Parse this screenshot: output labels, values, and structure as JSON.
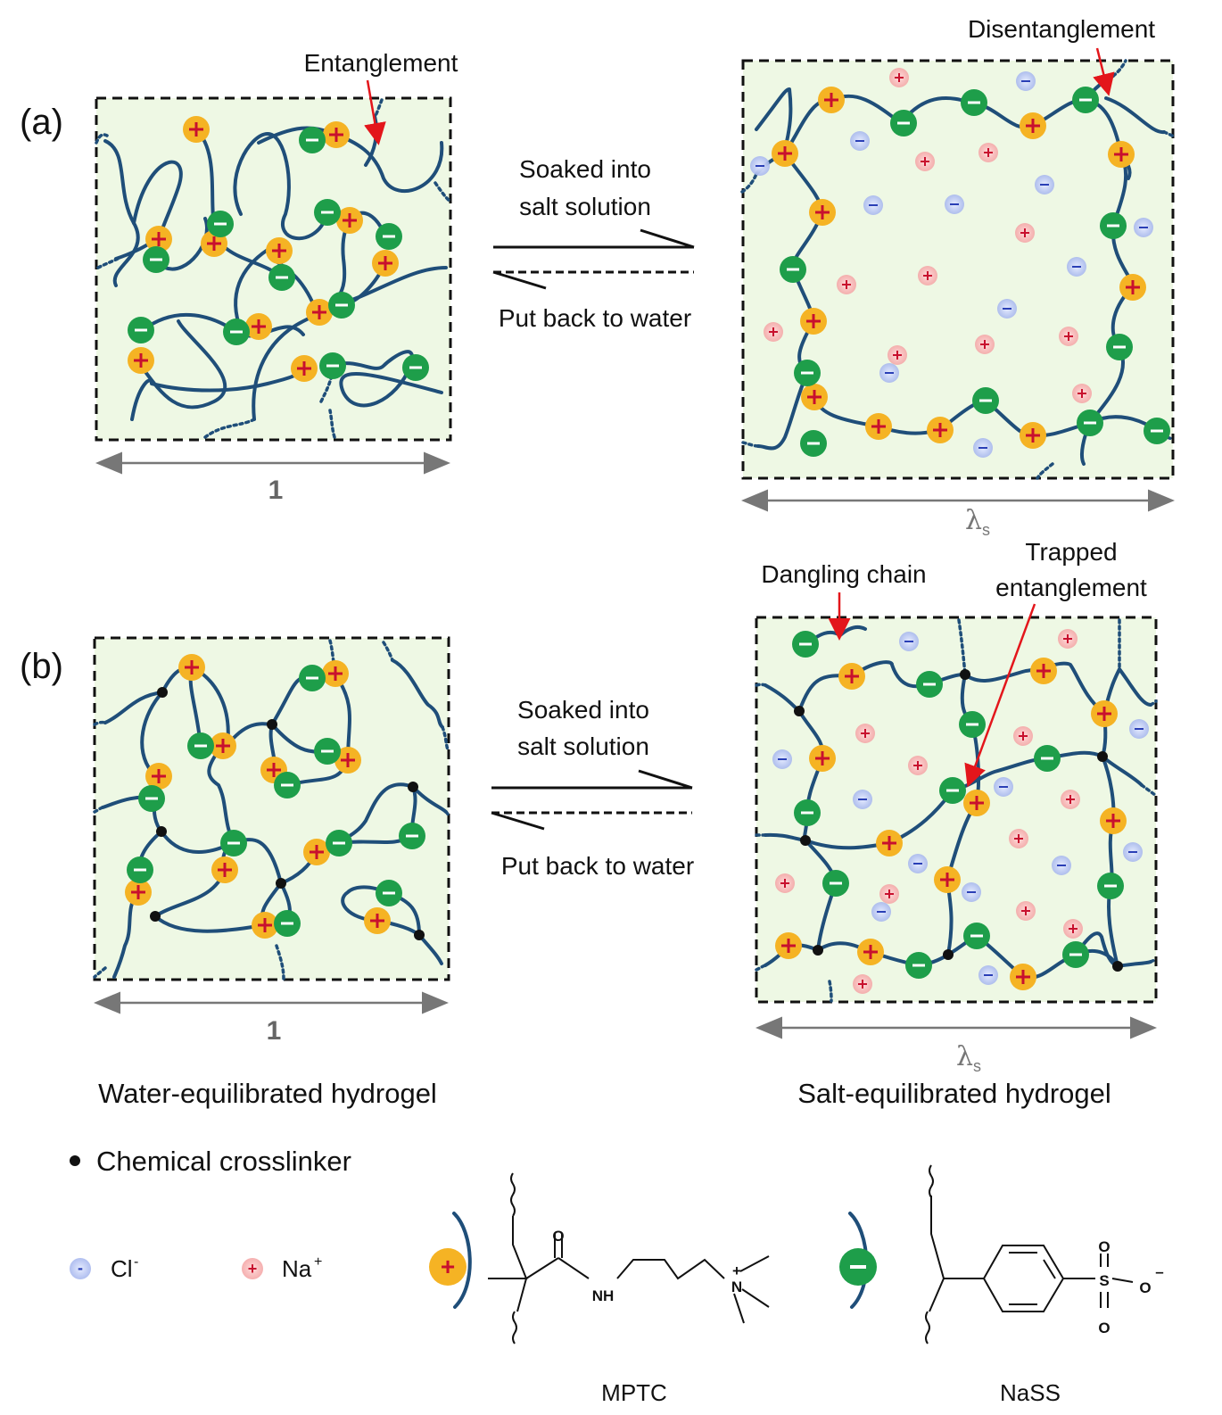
{
  "panels": {
    "a": {
      "label": "(a)",
      "left_size": "1",
      "right_size": "λ",
      "right_size_sub": "s",
      "callout_left": "Entanglement",
      "callout_right": "Disentanglement",
      "forward_line1": "Soaked into",
      "forward_line2": "salt solution",
      "backward": "Put back to water"
    },
    "b": {
      "label": "(b)",
      "left_size": "1",
      "right_size": "λ",
      "right_size_sub": "s",
      "callout_dangling": "Dangling chain",
      "callout_trapped_line1": "Trapped",
      "callout_trapped_line2": "entanglement",
      "forward_line1": "Soaked into",
      "forward_line2": "salt solution",
      "backward": "Put back to water"
    }
  },
  "captions": {
    "left": "Water-equilibrated hydrogel",
    "right": "Salt-equilibrated hydrogel"
  },
  "legend": {
    "crosslinker": "Chemical crosslinker",
    "cl": "Cl",
    "cl_sup": "-",
    "na": "Na",
    "na_sup": "+",
    "mptc": "MPTC",
    "nass": "NaSS"
  },
  "chem_atoms": {
    "oxygen": "O",
    "nh": "NH",
    "nitrogen": "N",
    "plus": "+",
    "sulfur": "S",
    "minus": "–"
  },
  "colors": {
    "cation_fill": "#f5b324",
    "cation_sign": "#c8102e",
    "anion_fill": "#1e9e4a",
    "chain": "#1f4e79",
    "gel_fill": "#eef8e4",
    "na_ion": "#f4a7a7",
    "cl_ion": "#a8b8ee",
    "arrow_red": "#e3161b"
  }
}
